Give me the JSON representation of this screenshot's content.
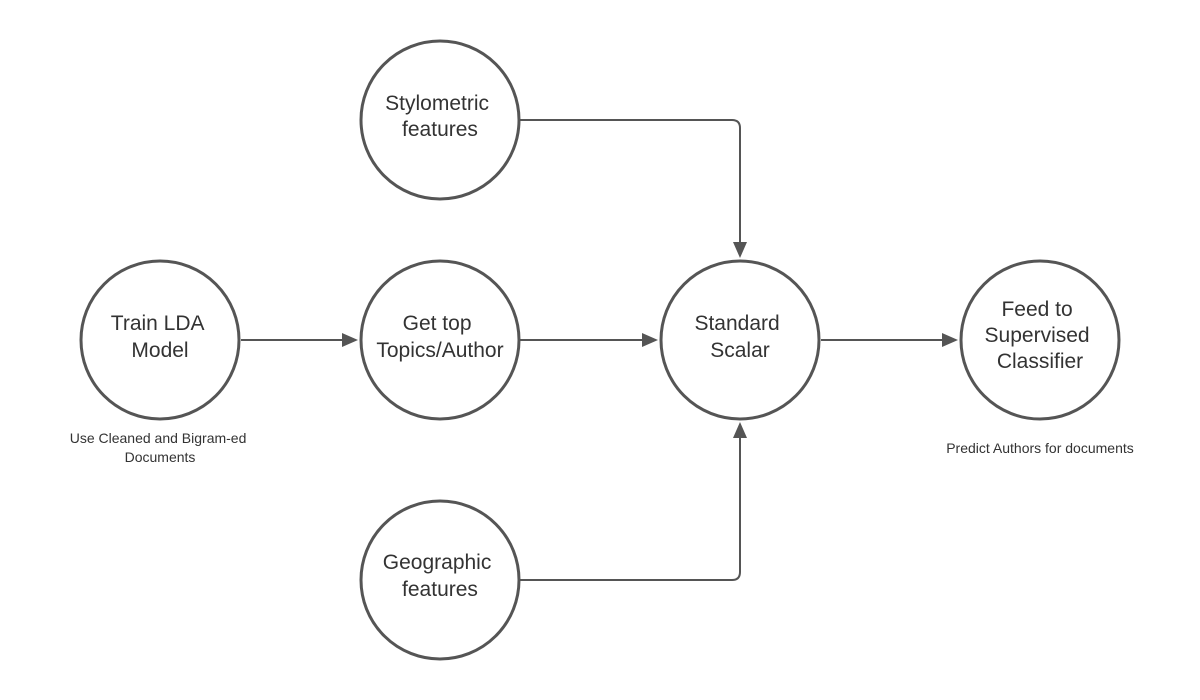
{
  "colors": {
    "stroke": "#555555",
    "text": "#333333",
    "background": "#ffffff"
  },
  "nodes": {
    "stylometric": {
      "lines": [
        "Stylometric",
        "features"
      ]
    },
    "train_lda": {
      "lines": [
        "Train LDA",
        "Model"
      ]
    },
    "get_top": {
      "lines": [
        "Get top",
        "Topics/Author"
      ]
    },
    "standard_scalar": {
      "lines": [
        "Standard",
        "Scalar"
      ]
    },
    "feed": {
      "lines": [
        "Feed to",
        "Supervised",
        "Classifier"
      ]
    },
    "geographic": {
      "lines": [
        "Geographic",
        "features"
      ]
    }
  },
  "captions": {
    "train_lda": [
      "Use Cleaned and Bigram-ed",
      "Documents"
    ],
    "feed": [
      "Predict Authors for documents"
    ]
  }
}
